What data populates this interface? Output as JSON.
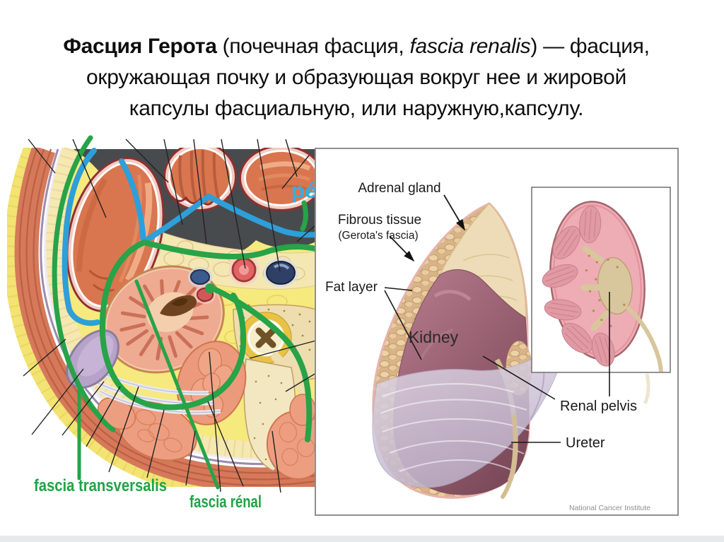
{
  "title": {
    "bold": "Фасция Герота",
    "after_bold": " (почечная фасция, ",
    "italic": "fascia renalis",
    "after_italic": ") — фасция,",
    "line2": "окружающая почку и образующая вокруг нее и жировой",
    "line3": "капсулы фасциальную, или наружную,капсулу."
  },
  "left_figure": {
    "description": "transverse abdominal cross-section at kidney level with fascia highlighted",
    "labels": {
      "fascia_transversalis": "fascia transversalis",
      "fascia_renal": "fascia rénal",
      "peritoneum_partial": "pé"
    },
    "colors": {
      "fascia_green": "#27a348",
      "peritoneum_blue": "#2e9fd8",
      "label_cyan": "#35aee4"
    }
  },
  "right_figure": {
    "description": "kidney with Gerota's fascia, fat capsule and cut-section inset",
    "labels": {
      "adrenal_gland": "Adrenal gland",
      "fibrous_tissue": "Fibrous tissue",
      "fibrous_tissue_sub": "(Gerota's fascia)",
      "fat_layer": "Fat layer",
      "kidney": "Kidney",
      "renal_pelvis": "Renal pelvis",
      "ureter": "Ureter"
    },
    "credit": "National Cancer Institute"
  }
}
